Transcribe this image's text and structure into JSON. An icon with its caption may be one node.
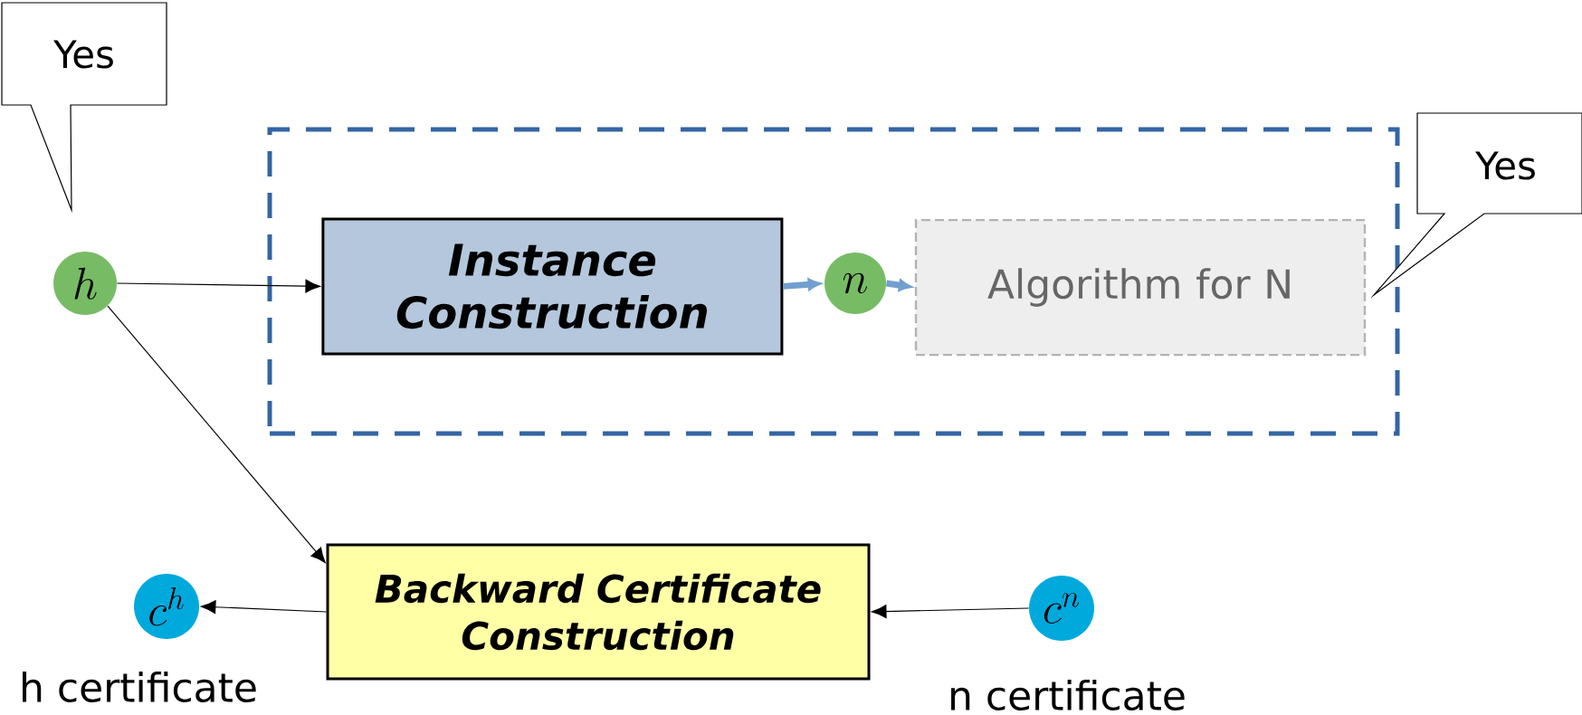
{
  "diagram": {
    "nodes": [
      {
        "text": [
          "Yes"
        ]
      },
      {
        "text": [],
        "shape": "box"
      },
      {
        "text": [
          "Instance Construction"
        ],
        "in": 1
      },
      {
        "text": [
          "n"
        ],
        "in": 1
      },
      {
        "text": [
          "Algorithm for N"
        ],
        "in": 1
      },
      {
        "text": [
          "Yes"
        ]
      },
      {
        "text": [
          "h"
        ]
      },
      {
        "text": [
          "c^{h}"
        ],
        "beside": [
          "h certificate"
        ]
      },
      {
        "text": [
          "Backward Certificate Construction"
        ]
      },
      {
        "text": [
          "c^{n}"
        ],
        "beside": [
          "n certificate"
        ]
      }
    ],
    "edges": [
      {
        "from": 6,
        "to": 2,
        "arrow": "to"
      },
      {
        "from": 2,
        "to": 3,
        "arrow": "to",
        "style": "thick",
        "color": "#729fcf"
      },
      {
        "from": 3,
        "to": 4,
        "arrow": "to",
        "style": "thick",
        "color": "#729fcf"
      },
      {
        "from": 6,
        "to": 8,
        "arrow": "to"
      },
      {
        "from": 8,
        "to": 7,
        "arrow": "to"
      },
      {
        "from": 9,
        "to": 8,
        "arrow": "to"
      }
    ]
  }
}
